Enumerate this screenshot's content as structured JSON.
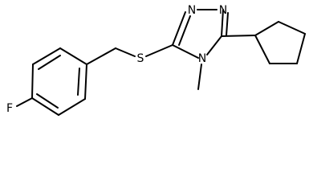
{
  "molecule": {
    "atoms": {
      "nitrogen_1": "N",
      "nitrogen_2": "N",
      "nitrogen_3": "N",
      "sulfur": "S",
      "fluorine": "F"
    },
    "methyl_substituent": "CH3 (line)",
    "colors": {
      "bond": "#000000",
      "label": "#000000",
      "background": "#ffffff"
    }
  }
}
